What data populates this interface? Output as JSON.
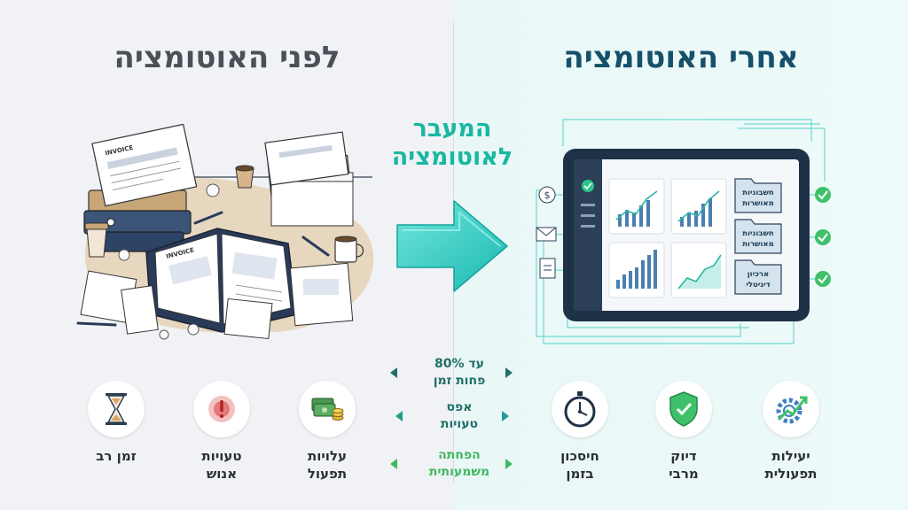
{
  "before": {
    "title": "לפני האוטומציה",
    "document_text": "INVOICE",
    "icons": [
      {
        "label_line1": "עלויות",
        "label_line2": "תפעול",
        "icon": "money-icon"
      },
      {
        "label_line1": "טעויות",
        "label_line2": "אנוש",
        "icon": "error-icon"
      },
      {
        "label_line1": "זמן רב",
        "label_line2": "",
        "icon": "hourglass-icon"
      }
    ]
  },
  "center": {
    "title_line1": "המעבר",
    "title_line2": "לאוטומציה",
    "benefits": [
      {
        "line1": "עד 80%",
        "line2": "פחות זמן",
        "color": "#1f6f68"
      },
      {
        "line1": "אפס",
        "line2": "טעויות",
        "color": "#1f6f68"
      },
      {
        "line1": "הפחתה",
        "line2": "משמעותית",
        "color": "#3fb860"
      }
    ]
  },
  "after": {
    "title": "אחרי האוטומציה",
    "folders": [
      {
        "line1": "חשבוניות",
        "line2": "מאושרות"
      },
      {
        "line1": "חשבוניות",
        "line2": "מאושרות"
      },
      {
        "line1": "ארכיון",
        "line2": "דיגיטלי"
      }
    ],
    "icons": [
      {
        "label_line1": "חיסכון",
        "label_line2": "בזמן",
        "icon": "stopwatch-icon"
      },
      {
        "label_line1": "דיוק",
        "label_line2": "מרבי",
        "icon": "shield-check-icon"
      },
      {
        "label_line1": "יעילות",
        "label_line2": "תפעולית",
        "icon": "gear-growth-icon"
      }
    ]
  },
  "colors": {
    "teal": "#18b8a2",
    "navy": "#16506b",
    "green": "#3fb860"
  }
}
